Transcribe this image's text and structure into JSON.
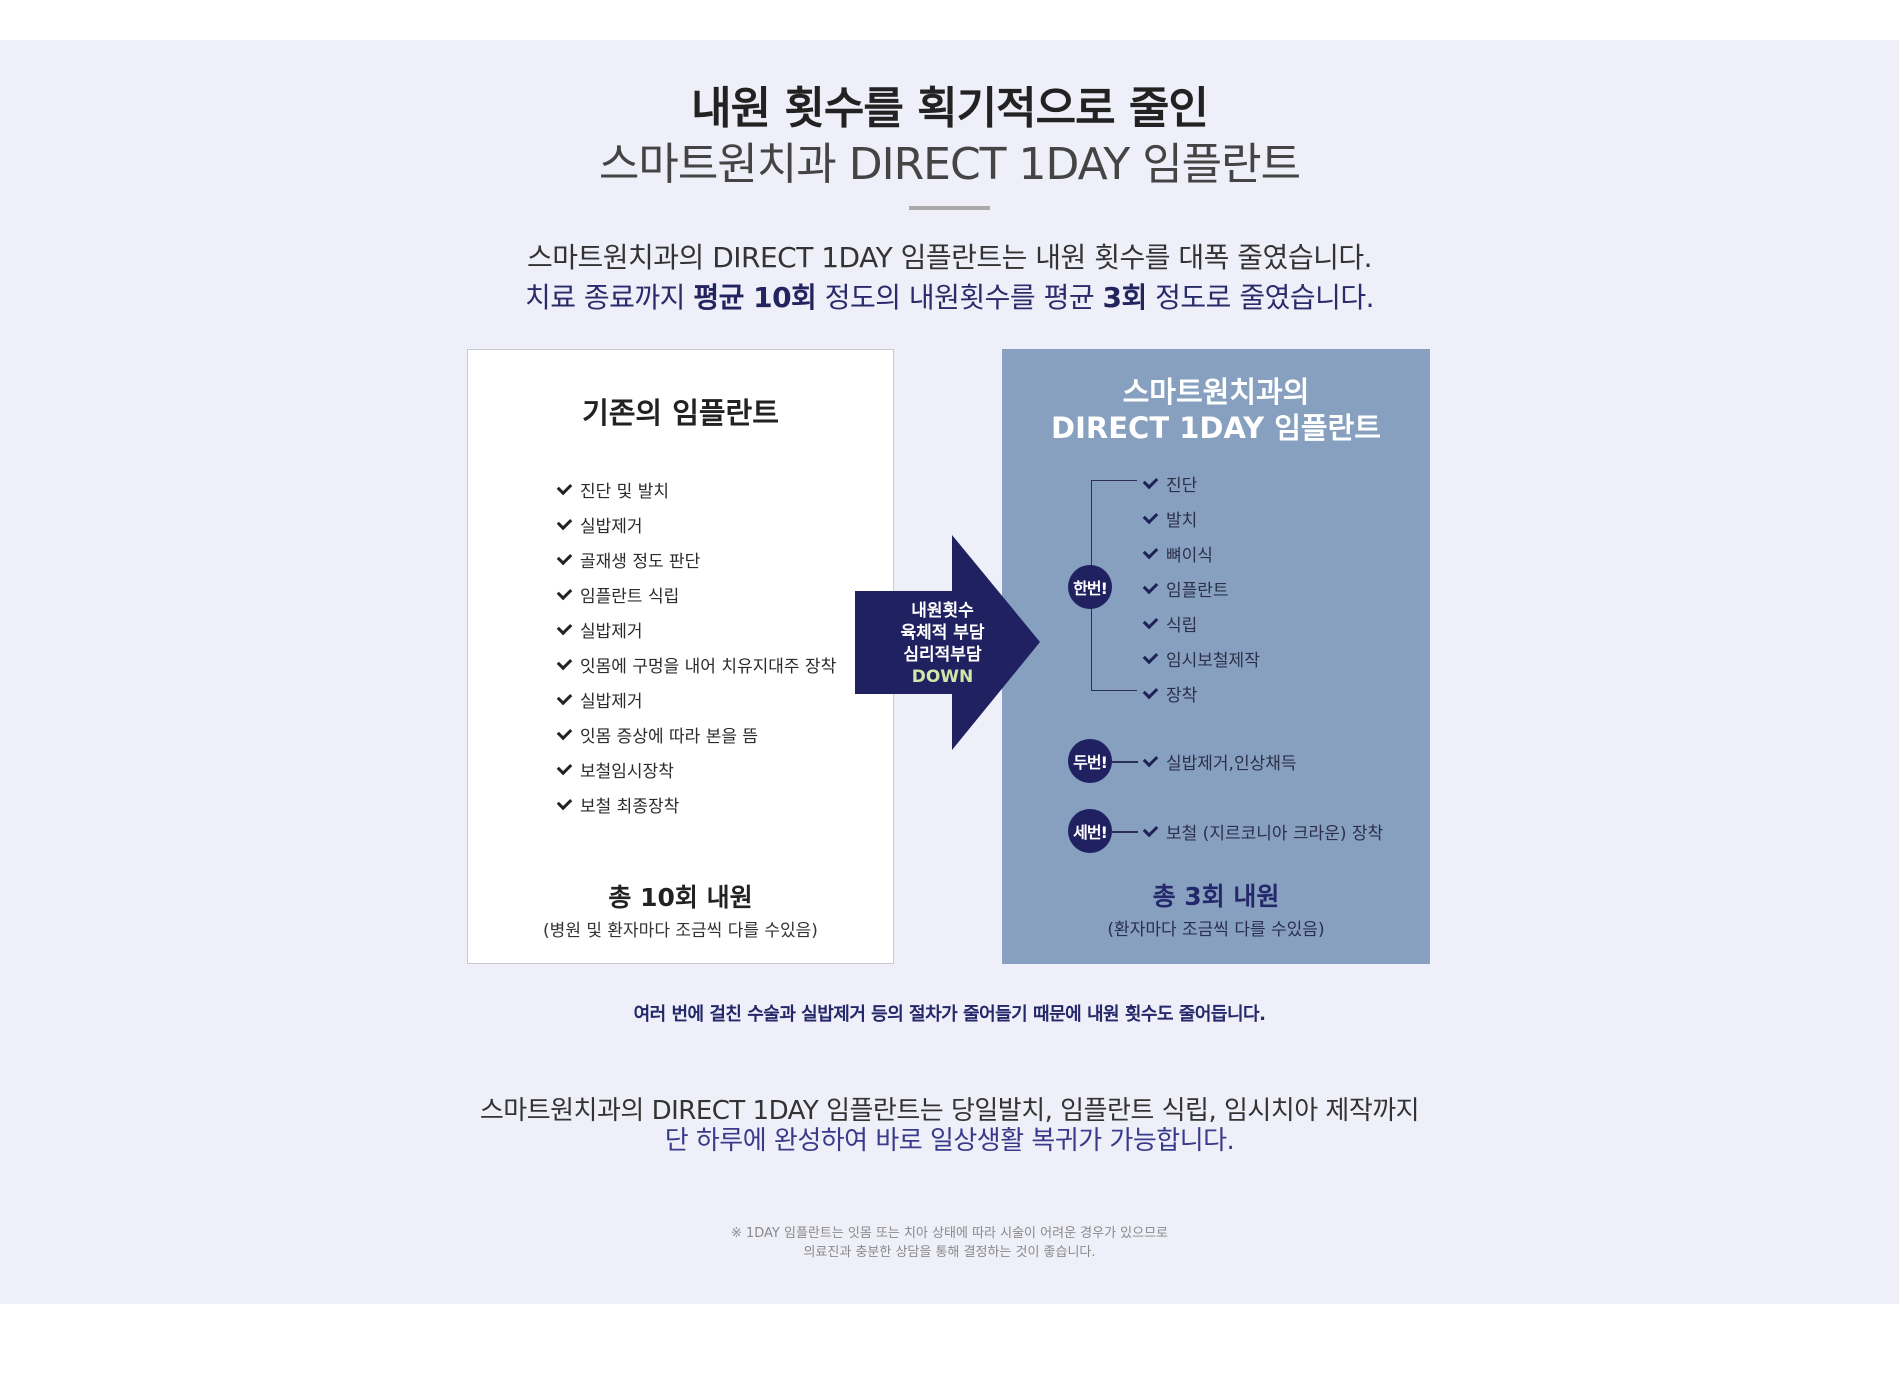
{
  "header": {
    "title_line1": "내원 횟수를 획기적으로 줄인",
    "title_line2": "스마트원치과 DIRECT 1DAY 임플란트"
  },
  "intro": {
    "line1": "스마트원치과의 DIRECT 1DAY 임플란트는 내원 횟수를 대폭 줄였습니다.",
    "line2_part1": "치료 종료까지 ",
    "line2_bold1": "평균 10회",
    "line2_part2": " 정도의 내원횟수를 평균 ",
    "line2_bold2": "3회",
    "line2_part3": " 정도로 줄였습니다."
  },
  "left_box": {
    "title": "기존의 임플란트",
    "items": [
      "진단 및 발치",
      "실밥제거",
      "골재생 정도 판단",
      "임플란트 식립",
      "실밥제거",
      "잇몸에 구멍을 내어 치유지대주 장착",
      "실밥제거",
      "잇몸 증상에 따라 본을 뜸",
      "보철임시장착",
      "보철 최종장착"
    ],
    "total": "총 10회 내원",
    "note": "(병원 및 환자마다 조금씩 다를 수있음)"
  },
  "arrow": {
    "line1": "내원횟수",
    "line2": "육체적 부담",
    "line3": "심리적부담",
    "line4": "DOWN"
  },
  "right_box": {
    "title_line1": "스마트원치과의",
    "title_line2": "DIRECT 1DAY 임플란트",
    "visit1_badge": "한번!",
    "visit1_items": [
      "진단",
      "발치",
      "뼈이식",
      "임플란트",
      "식립",
      "임시보철제작",
      "장착"
    ],
    "visit2_badge": "두번!",
    "visit2_item": "실밥제거,인상채득",
    "visit3_badge": "세번!",
    "visit3_item": "보철 (지르코니아 크라운) 장착",
    "total": "총 3회 내원",
    "note": "(환자마다 조금씩 다를 수있음)"
  },
  "caption": "여러 번에 걸친 수술과 실밥제거 등의 절차가 줄어들기 때문에 내원 횟수도 줄어듭니다.",
  "closing": {
    "line1": "스마트원치과의 DIRECT 1DAY 임플란트는 당일발치, 임플란트 식립, 임시치아 제작까지",
    "line2": "단 하루에 완성하여 바로 일상생활 복귀가 가능합니다."
  },
  "disclaimer": {
    "line1": "※ 1DAY 임플란트는 잇몸 또는 치아 상태에 따라 시술이 어려운 경우가 있으므로",
    "line2": "의료진과 충분한 상담을 통해 결정하는 것이 좋습니다."
  },
  "colors": {
    "section_bg": "#eeeff8",
    "navy": "#1f2160",
    "right_box_bg": "#87a0bf",
    "down_text": "#cfe8a7"
  }
}
